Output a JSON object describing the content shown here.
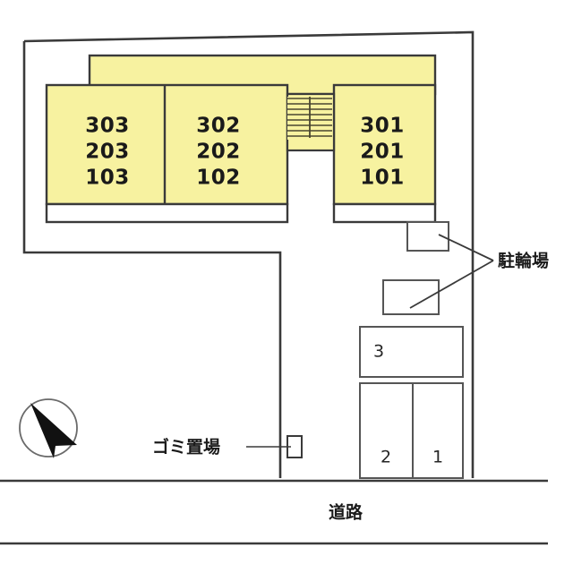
{
  "plan": {
    "title": "apartment-site-plan",
    "colors": {
      "building_fill": "#f7f2a0",
      "outline": "#3a3a3a",
      "text": "#1a1a1a",
      "background": "#ffffff"
    }
  },
  "building": {
    "units": [
      {
        "id": "unit-303-203-103",
        "lines": [
          "303",
          "203",
          "103"
        ]
      },
      {
        "id": "unit-302-202-102",
        "lines": [
          "302",
          "202",
          "102"
        ]
      },
      {
        "id": "unit-301-201-101",
        "lines": [
          "301",
          "201",
          "101"
        ]
      }
    ],
    "unit_left": {
      "l1": "303",
      "l2": "203",
      "l3": "103"
    },
    "unit_mid": {
      "l1": "302",
      "l2": "202",
      "l3": "102"
    },
    "unit_right": {
      "l1": "301",
      "l2": "201",
      "l3": "101"
    },
    "stair_name": "staircase"
  },
  "parking": {
    "stalls": [
      {
        "number": "3"
      },
      {
        "number": "2"
      },
      {
        "number": "1"
      }
    ],
    "stall_3": "3",
    "stall_2": "2",
    "stall_1": "1"
  },
  "annotations": {
    "bicycle_parking": "駐輪場",
    "garbage_area": "ゴミ置場",
    "road": "道路"
  },
  "compass": {
    "name": "north-arrow"
  }
}
